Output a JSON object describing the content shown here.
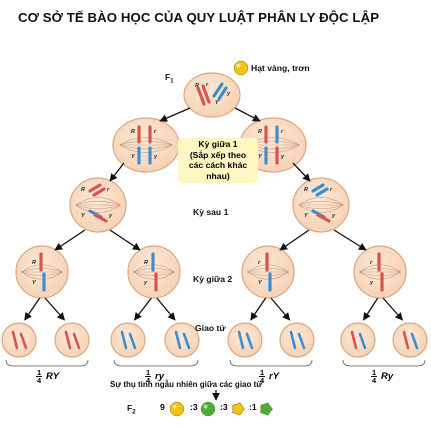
{
  "title": "CƠ SỞ TẾ BÀO HỌC CỦA QUY LUẬT PHÂN LY ĐỘC LẬP",
  "f1": {
    "label": "F",
    "sub": "1",
    "phenotype": "Hạt vàng, trơn"
  },
  "stages": {
    "metaphase1": "Kỳ giữa 1",
    "metaphase1_note": "(Sắp xếp theo các cách khác nhau)",
    "anaphase1": "Kỳ sau 1",
    "metaphase2": "Kỳ giữa 2",
    "gametes": "Giao tử"
  },
  "alleles": {
    "R": "R",
    "r": "r",
    "Y": "Y",
    "y": "y"
  },
  "gamete_groups": [
    {
      "num": "1",
      "den": "4",
      "genotype": "RY"
    },
    {
      "num": "1",
      "den": "4",
      "genotype": "ry"
    },
    {
      "num": "1",
      "den": "4",
      "genotype": "rY"
    },
    {
      "num": "1",
      "den": "4",
      "genotype": "Ry"
    }
  ],
  "fertilization": "Sự thụ tinh ngẫu nhiên giữa các giao tử",
  "f2": {
    "label": "F",
    "sub": "2",
    "ratios": [
      "9",
      ":3",
      ":3",
      ":1"
    ]
  },
  "colors": {
    "cell_fill": "#f6d2b4",
    "cell_edge": "#d8a886",
    "spindle": "#b98d74",
    "chrom_red": "#d9534f",
    "chrom_blue": "#3b8fd1",
    "yellow_pea": "#f2c314",
    "green_pea": "#4caf3a",
    "arrow": "#111111",
    "box_bg": "#fff7c2"
  },
  "icons": [
    "yellow-round-seed-icon",
    "green-round-seed-icon",
    "yellow-wrinkled-seed-icon",
    "green-wrinkled-seed-icon"
  ]
}
